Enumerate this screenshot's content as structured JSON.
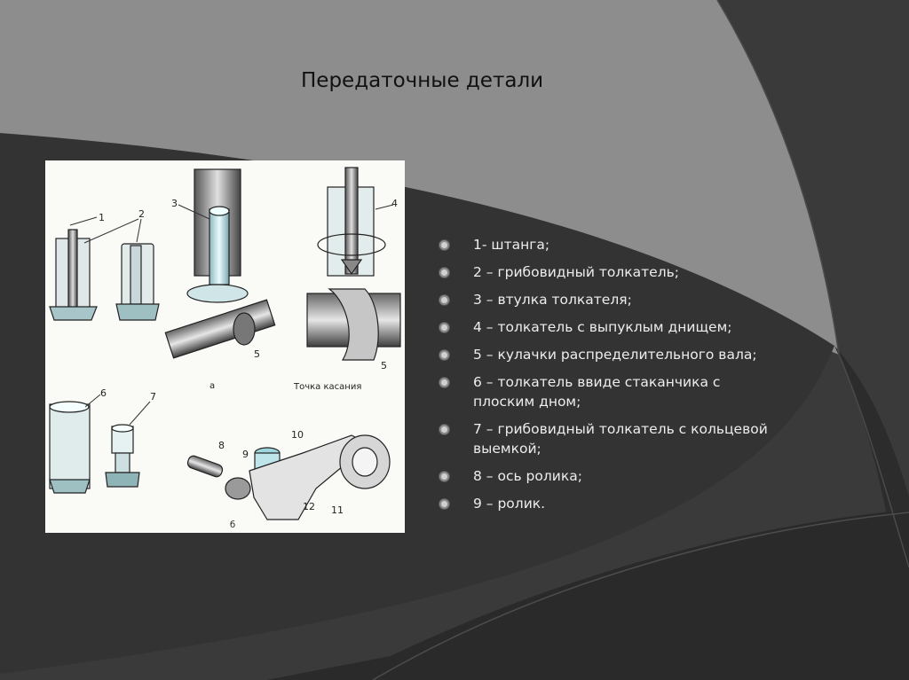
{
  "slide": {
    "title": "Передаточные детали",
    "bullets": [
      "1- штанга;",
      "2 – грибовидный толкатель;",
      "3 – втулка толкателя;",
      "4 – толкатель с выпуклым днищем;",
      "5 – кулачки распределительного вала;",
      "6 – толкатель ввиде стаканчика с плоским дном;",
      "7 – грибовидный толкатель с кольцевой выемкой;",
      "8 – ось ролика;",
      "9 – ролик."
    ]
  },
  "figure": {
    "labels": [
      "1",
      "2",
      "3",
      "4",
      "5",
      "5",
      "6",
      "7",
      "8",
      "9",
      "10",
      "11",
      "12"
    ],
    "caption_contact": "Точка касания",
    "sub_a": "а",
    "sub_b": "б"
  },
  "colors": {
    "background": "#3a3a3a",
    "title_band": "#8f8f8f",
    "bullet_text": "#ededed"
  }
}
